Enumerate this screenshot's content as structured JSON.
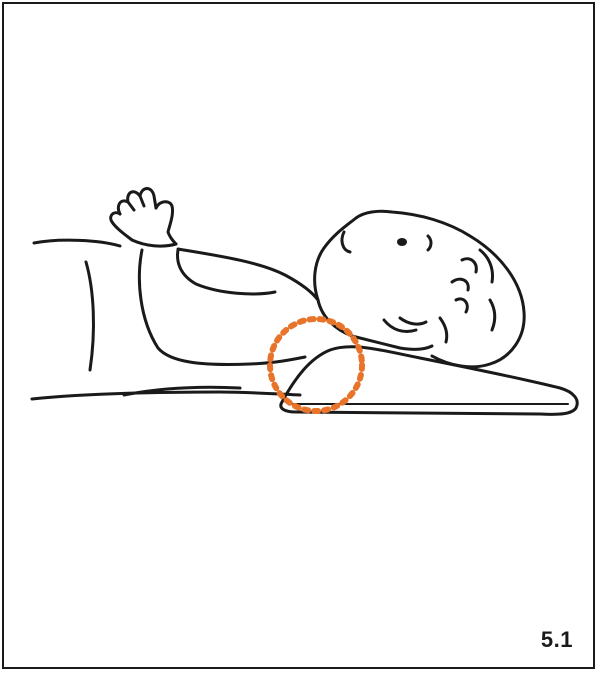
{
  "figure": {
    "step_number": "5.1",
    "subject_icon": "baby-lying-on-wedge-pillow",
    "highlight_icon": "dotted-circle-highlight",
    "colors": {
      "line": "#1a1a1a",
      "highlight": "#e8732a",
      "background": "#ffffff"
    }
  }
}
